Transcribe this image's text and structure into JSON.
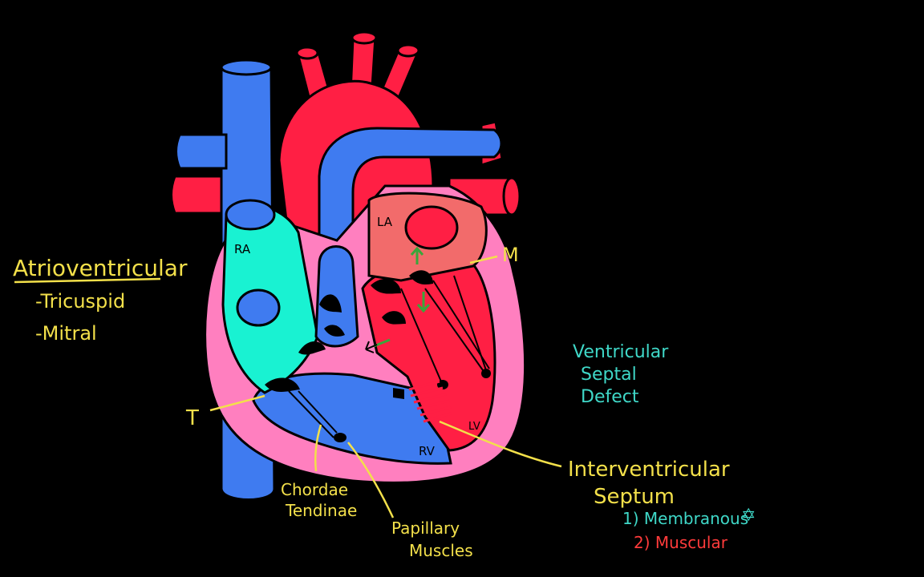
{
  "colors": {
    "background": "#000000",
    "oxygenated": "#ff1f44",
    "deoxygenated": "#3f7bf0",
    "right_atrium_fill": "#19f2d2",
    "left_atrium_fill": "#f26b6b",
    "myocardium": "#ff7fbf",
    "label_yellow": "#f3e04a",
    "label_cyan": "#3fd8c8",
    "label_red": "#ff3b3b",
    "arrow_green": "#3aa63a",
    "outline": "#000000"
  },
  "chambers": {
    "ra": "RA",
    "la": "LA",
    "rv": "RV",
    "lv": "LV"
  },
  "valves": {
    "tricuspid_marker": "T",
    "mitral_marker": "M"
  },
  "atrioventricular": {
    "title": "Atrioventricular",
    "item_1": "-Tricuspid",
    "item_2": "-Mitral"
  },
  "structures": {
    "chordae_line1": "Chordae",
    "chordae_line2": "Tendinae",
    "papillary_line1": "Papillary",
    "papillary_line2": "Muscles"
  },
  "septum": {
    "line1": "Interventricular",
    "line2": "Septum",
    "part_1": "1) Membranous",
    "part_2": "2) Muscular",
    "star_glyph": "✡"
  },
  "vsd": {
    "line1": "Ventricular",
    "line2": "Septal",
    "line3": "Defect"
  }
}
